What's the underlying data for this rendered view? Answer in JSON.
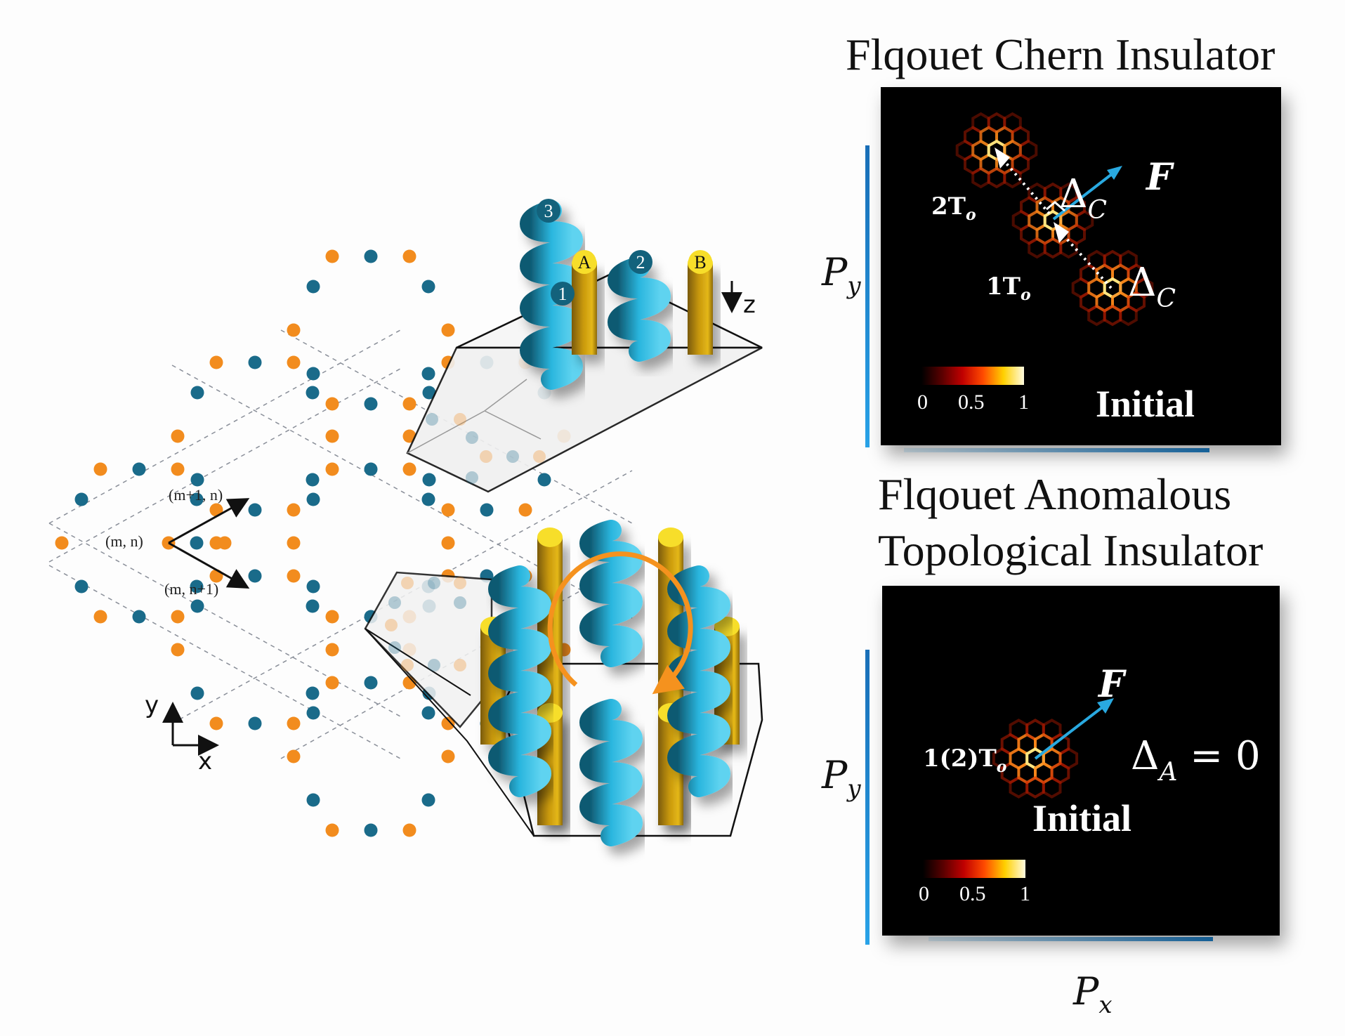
{
  "figure": {
    "left": {
      "lattice_labels": {
        "origin": "(m, n)",
        "upper": "(m+1, n)",
        "lower": "(m, n+1)"
      },
      "axes": {
        "x": "x",
        "y": "y",
        "z": "z"
      },
      "unit_cell": {
        "site_labels": [
          "A",
          "B"
        ],
        "helix_labels": [
          "1",
          "2",
          "3"
        ]
      },
      "colors": {
        "site_orange": "#f28c1e",
        "site_teal": "#1a6b8a",
        "rod_gold": "#d9ad12",
        "rod_top": "#f7de2a",
        "helix_cyan": "#2ab6de",
        "helix_dark": "#13627c",
        "rotation_arrow": "#f5921e"
      }
    },
    "right": {
      "panels": [
        {
          "title": "Flqouet Chern Insulator",
          "labels": {
            "t2": "2T",
            "t2_sub": "o",
            "t1": "1T",
            "t1_sub": "o",
            "delta_symbol": "Δ",
            "delta_sub": "C",
            "force_symbol": "F",
            "initial": "Initial"
          },
          "colorbar_ticks": [
            "0",
            "0.5",
            "1"
          ],
          "y_axis_label": "P",
          "y_axis_sub": "y"
        },
        {
          "title_line1": "Flqouet Anomalous",
          "title_line2": "Topological Insulator",
          "labels": {
            "t12": "1(2)T",
            "t12_sub": "o",
            "delta_symbol": "Δ",
            "delta_sub": "A",
            "delta_eq": " = 0",
            "force_symbol": "F",
            "initial": "Initial"
          },
          "colorbar_ticks": [
            "0",
            "0.5",
            "1"
          ],
          "y_axis_label": "P",
          "y_axis_sub": "y",
          "x_axis_label": "P",
          "x_axis_sub": "x"
        }
      ],
      "colors": {
        "panel_bg": "#000000",
        "force_arrow": "#29a9e0",
        "axis_blue": "#1c7fc8"
      }
    }
  }
}
